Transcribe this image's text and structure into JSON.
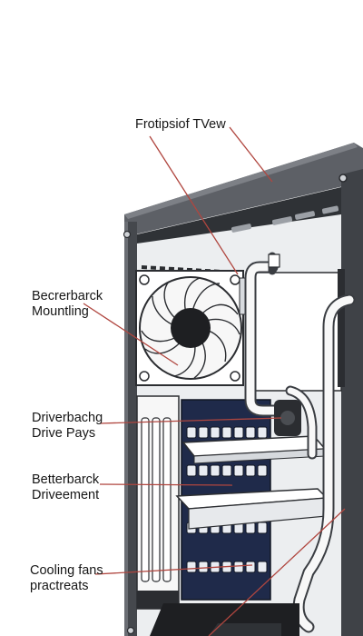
{
  "labels": {
    "title": "Frotipsiof TVew",
    "mounting": {
      "line1": "Becrerbarck",
      "line2": "Mountling"
    },
    "drive_bays": {
      "line1": "Driverbachg",
      "line2": "Drive Pays"
    },
    "drivement": {
      "line1": "Betterbarck",
      "line2": "Driveement"
    },
    "cooling": {
      "line1": "Cooling fans",
      "line2": "practreats"
    }
  },
  "colors": {
    "case_body": "#4a4d52",
    "case_top": "#5d6066",
    "case_dark": "#2b2d31",
    "interior": "#f1f2f3",
    "leader_line": "#b0463f",
    "drive_cage": "#1f2a4a",
    "drive_slot": "#e9ecf2",
    "tube": "#f8f8f8",
    "tube_outline": "#3a3d42"
  },
  "icons": [
    "case-fan-icon",
    "drive-bay-slot-icon",
    "pcie-bracket-icon",
    "liquid-cooling-tube-icon"
  ]
}
